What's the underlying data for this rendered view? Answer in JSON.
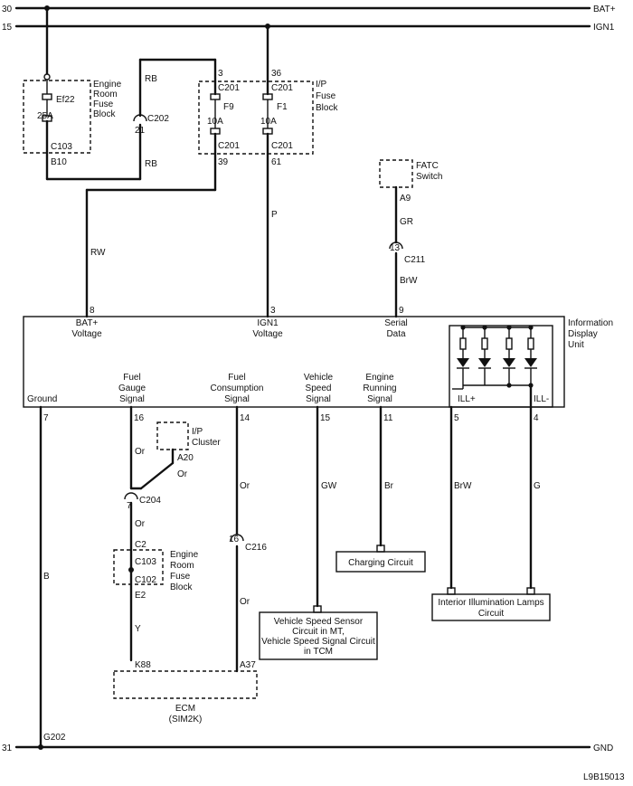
{
  "rails": [
    {
      "num": "30",
      "name": "BAT+"
    },
    {
      "num": "15",
      "name": "IGN1"
    },
    {
      "num": "31",
      "name": "GND"
    }
  ],
  "engine_fuse_top": {
    "label": [
      "Engine",
      "Room",
      "Fuse",
      "Block"
    ],
    "fuse": "Ef22",
    "rating": "25A",
    "conn": "C103",
    "pin": "B10"
  },
  "c202": {
    "name": "C202",
    "pin": "21",
    "wire_top": "RB",
    "wire_bottom": "RB"
  },
  "ip_fuse": {
    "label": [
      "I/P",
      "Fuse",
      "Block"
    ],
    "f9": {
      "name": "F9",
      "rating": "10A",
      "conn_top": "C201",
      "pin_top": "3",
      "conn_bottom": "C201",
      "pin_bottom": "39"
    },
    "f1": {
      "name": "F1",
      "rating": "10A",
      "conn_top": "C201",
      "pin_top": "36",
      "conn_bottom": "C201",
      "pin_bottom": "61"
    }
  },
  "fatc": {
    "label": [
      "FATC",
      "Switch"
    ],
    "pin": "A9",
    "wire_top": "GR",
    "conn": "C211",
    "conn_pin": "13",
    "wire_bottom": "BrW"
  },
  "wires": {
    "rw": "RW",
    "p": "P"
  },
  "idu": {
    "label": [
      "Information",
      "Display",
      "Unit"
    ],
    "top_pins": [
      {
        "pin": "8",
        "label": [
          "BAT+",
          "Voltage"
        ]
      },
      {
        "pin": "3",
        "label": [
          "IGN1",
          "Voltage"
        ]
      },
      {
        "pin": "9",
        "label": [
          "Serial",
          "Data"
        ]
      }
    ],
    "bottom_pins": [
      {
        "pin": "7",
        "label": [
          "Ground"
        ]
      },
      {
        "pin": "16",
        "label": [
          "Fuel",
          "Gauge",
          "Signal"
        ]
      },
      {
        "pin": "14",
        "label": [
          "Fuel",
          "Consumption",
          "Signal"
        ]
      },
      {
        "pin": "15",
        "label": [
          "Vehicle",
          "Speed",
          "Signal"
        ]
      },
      {
        "pin": "11",
        "label": [
          "Engine",
          "Running",
          "Signal"
        ]
      },
      {
        "pin": "5",
        "label": [
          "ILL+"
        ]
      },
      {
        "pin": "4",
        "label": [
          "ILL-"
        ]
      }
    ]
  },
  "fuel_gauge": {
    "wire1": "Or",
    "cluster": [
      "I/P",
      "Cluster"
    ],
    "cluster_pin": "A20",
    "wire2": "Or",
    "c204": "C204",
    "c204_pin": "7",
    "wire3": "Or",
    "fuse_block": [
      "Engine",
      "Room",
      "Fuse",
      "Block"
    ],
    "c2": "C2",
    "c103": "C103",
    "c102": "C102",
    "e2": "E2",
    "wire4": "Y",
    "ecm_pin": "K88"
  },
  "fuel_consumption": {
    "wire1": "Or",
    "c216": "C216",
    "c216_pin": "16",
    "wire2": "Or",
    "ecm_pin": "A37"
  },
  "ecm": [
    "ECM",
    "(SIM2K)"
  ],
  "vss": {
    "wire": "GW",
    "box": [
      "Vehicle Speed Sensor",
      "Circuit in MT,",
      "Vehicle Speed Signal Circuit",
      "in TCM"
    ]
  },
  "engine_run": {
    "wire": "Br",
    "box": "Charging Circuit"
  },
  "ill": {
    "wire_plus": "BrW",
    "wire_minus": "G",
    "box": [
      "Interior Illumination Lamps",
      "Circuit"
    ]
  },
  "ground": {
    "wire": "B",
    "point": "G202"
  },
  "figure_id": "L9B15013"
}
